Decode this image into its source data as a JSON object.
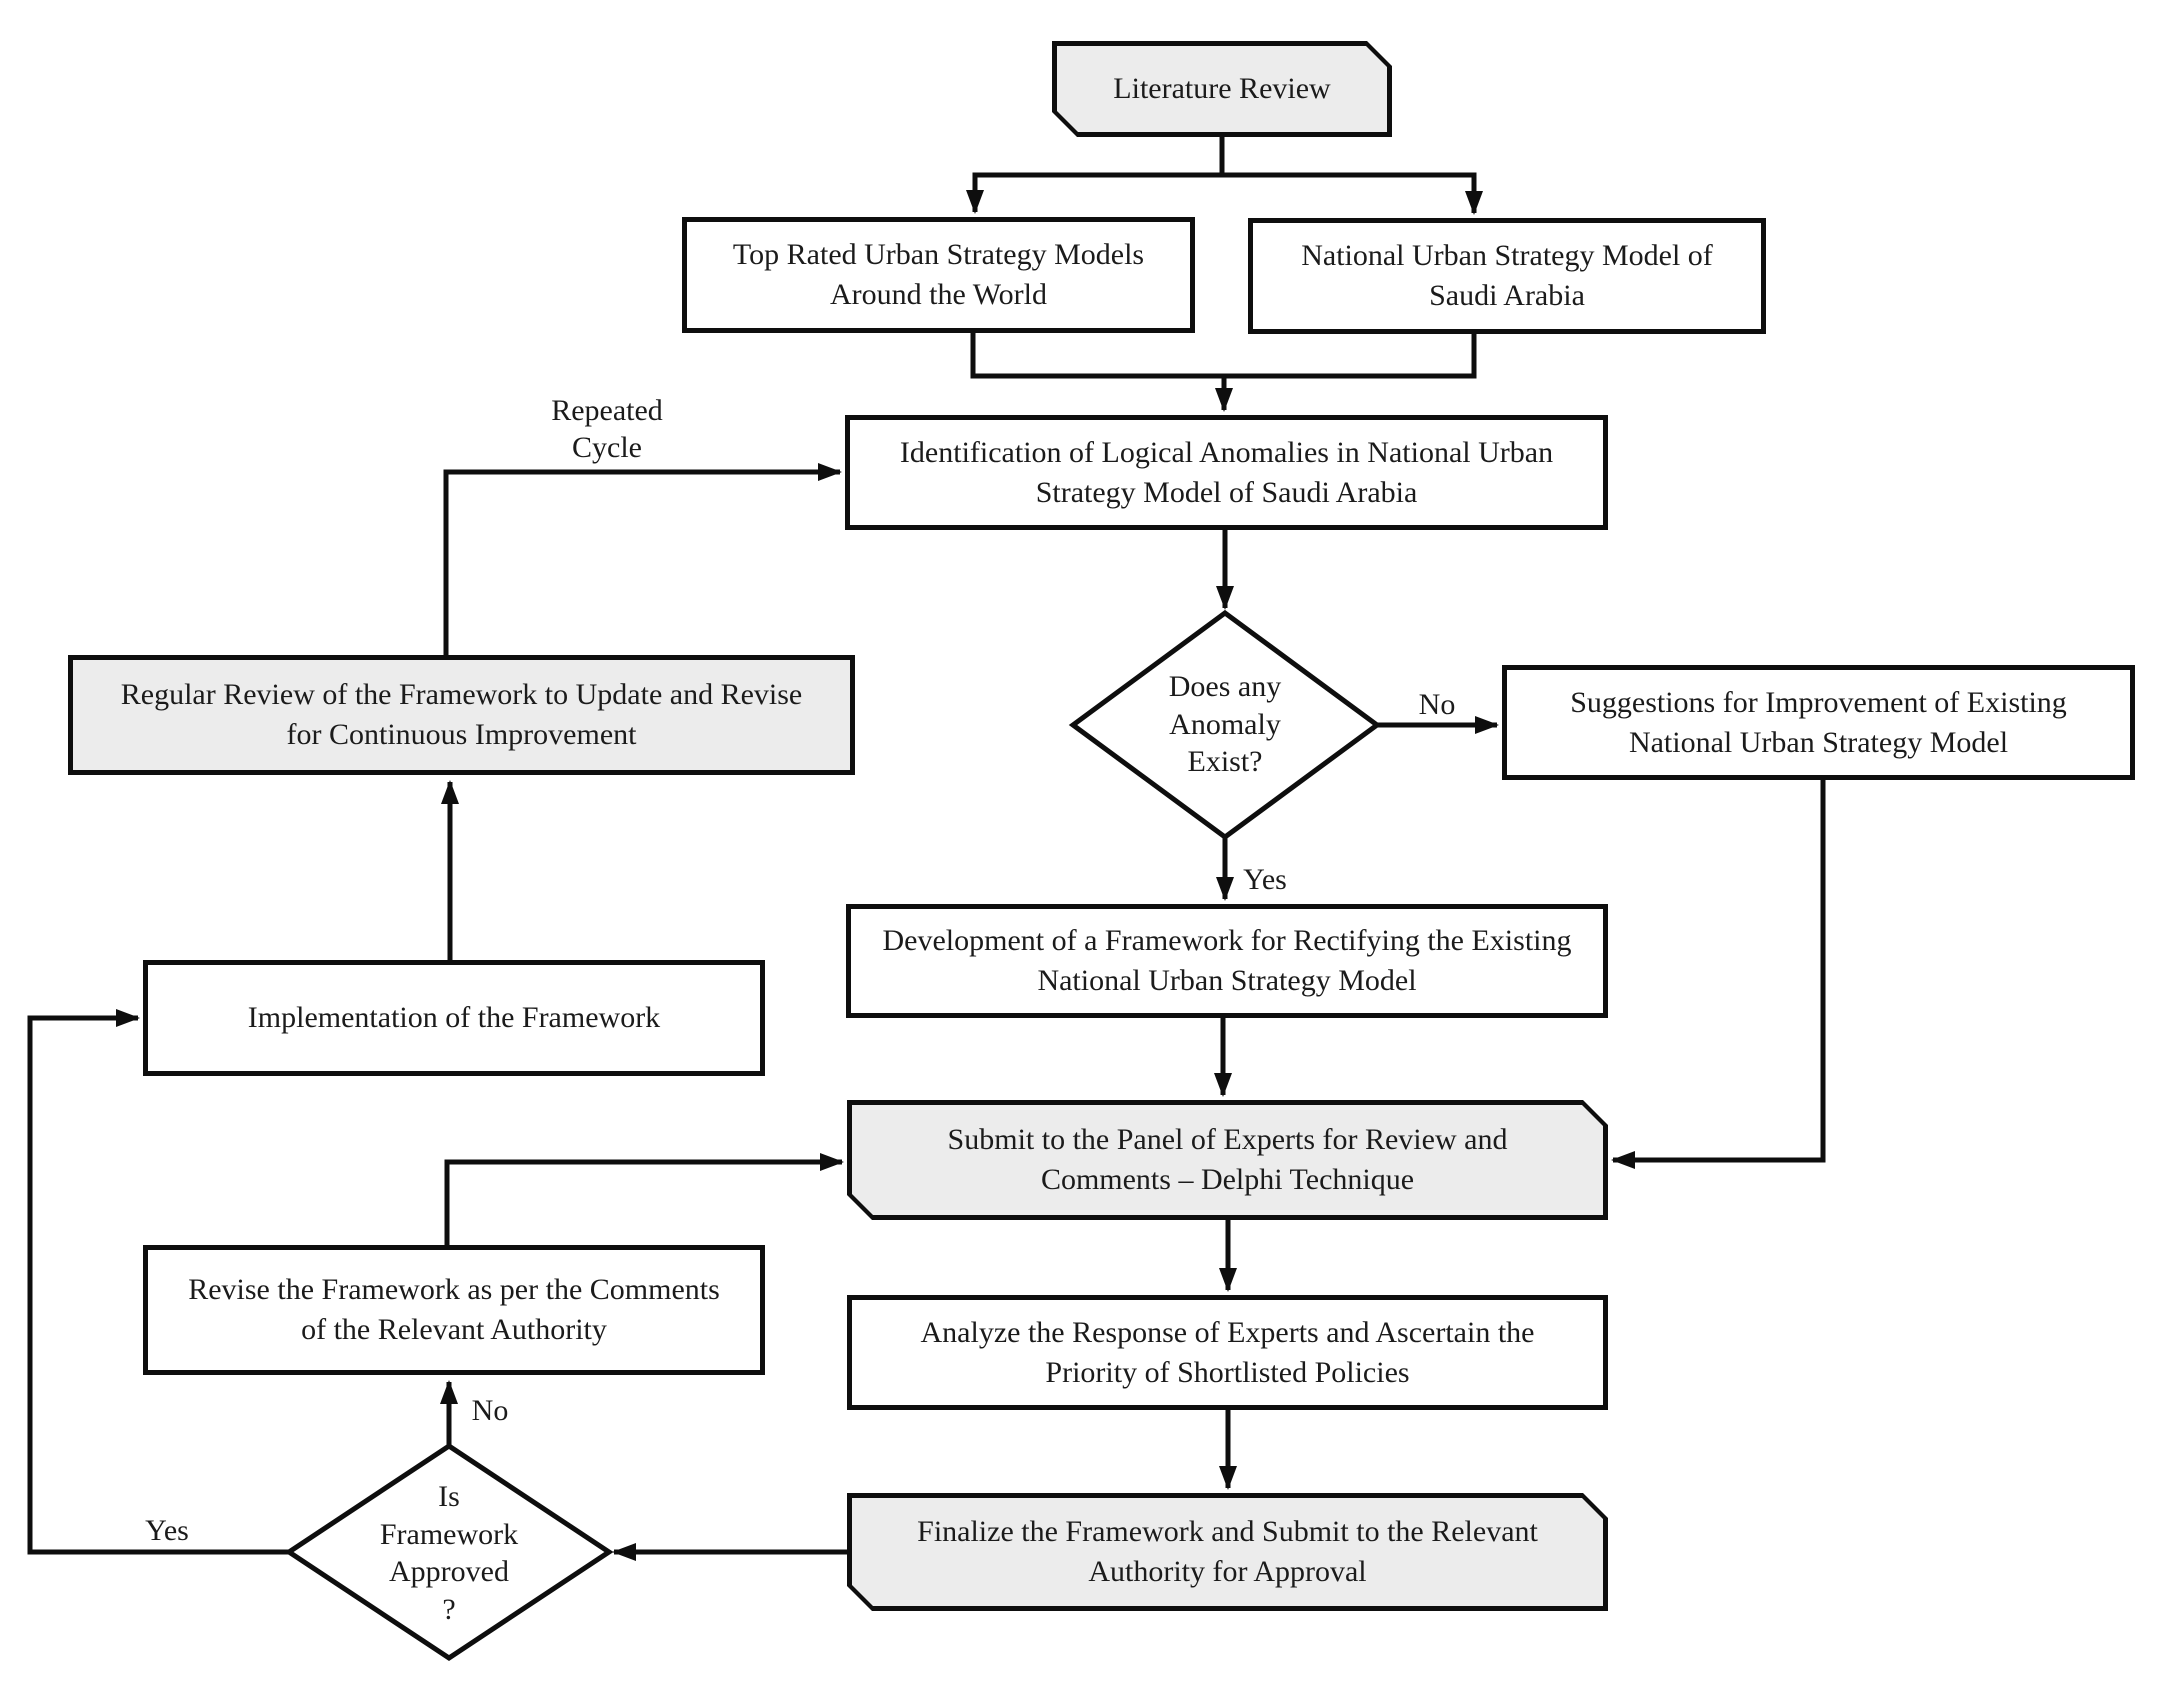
{
  "colors": {
    "line": "#0e0e0e",
    "highlight_fill": "#ececec",
    "plain_fill": "#ffffff",
    "text": "#1b1b1b"
  },
  "nodes": {
    "literature_review": {
      "label": "Literature Review",
      "shape": "card",
      "fill": "gray"
    },
    "top_rated_models": {
      "label": "Top Rated Urban Strategy Models\nAround the World",
      "shape": "rect",
      "fill": "white"
    },
    "national_model": {
      "label": "National Urban Strategy Model of\nSaudi Arabia",
      "shape": "rect",
      "fill": "white"
    },
    "identification_anomalies": {
      "label": "Identification of Logical Anomalies in National Urban\nStrategy Model of Saudi Arabia",
      "shape": "rect",
      "fill": "white"
    },
    "anomaly_decision": {
      "label": "Does any\nAnomaly\nExist?",
      "shape": "diamond",
      "fill": "white"
    },
    "suggestions_improvement": {
      "label": "Suggestions for Improvement of Existing\nNational Urban Strategy Model",
      "shape": "rect",
      "fill": "white"
    },
    "development_framework": {
      "label": "Development of a Framework for Rectifying the Existing\nNational Urban Strategy Model",
      "shape": "rect",
      "fill": "white"
    },
    "submit_panel": {
      "label": "Submit to the Panel of Experts for Review and\nComments – Delphi Technique",
      "shape": "card",
      "fill": "gray"
    },
    "analyze_response": {
      "label": "Analyze the Response of Experts and Ascertain the\nPriority of Shortlisted Policies",
      "shape": "rect",
      "fill": "white"
    },
    "finalize_framework": {
      "label": "Finalize the Framework and Submit to the Relevant\nAuthority for Approval",
      "shape": "card",
      "fill": "gray"
    },
    "approval_decision": {
      "label": "Is\nFramework\nApproved\n?",
      "shape": "diamond",
      "fill": "white"
    },
    "revise_framework": {
      "label": "Revise the Framework as per the Comments\nof the Relevant Authority",
      "shape": "rect",
      "fill": "white"
    },
    "implementation": {
      "label": "Implementation of the Framework",
      "shape": "rect",
      "fill": "white"
    },
    "regular_review": {
      "label": "Regular Review of the Framework to Update and Revise\nfor Continuous Improvement",
      "shape": "rect",
      "fill": "gray"
    }
  },
  "edge_labels": {
    "anomaly_no": "No",
    "anomaly_yes": "Yes",
    "approval_no": "No",
    "approval_yes": "Yes",
    "repeated_cycle": "Repeated\nCycle"
  }
}
